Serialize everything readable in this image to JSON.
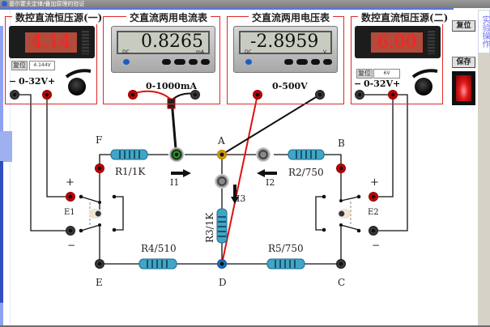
{
  "window": {
    "title": "基尔霍夫定律/叠加原理的验证"
  },
  "source1": {
    "title": "数控直流恒压源(一)",
    "display": "4.14",
    "reset_label": "复位",
    "setpoint": "4.144V",
    "range_label": "0-32V",
    "minus": "−",
    "plus": "+"
  },
  "ammeter": {
    "title": "交直流两用电流表",
    "value": "0.8265",
    "mode": "DC",
    "unit": "mA",
    "range_label": "0-1000mA"
  },
  "voltmeter": {
    "title": "交直流两用电压表",
    "value": "-2.8959",
    "mode": "DC",
    "unit": "V",
    "range_label": "0-500V"
  },
  "source2": {
    "title": "数控直流恒压源(二)",
    "display": "6.00",
    "reset_label": "复位",
    "setpoint": "6V",
    "range_label": "0-32V",
    "minus": "−",
    "plus": "+"
  },
  "side": {
    "reset_button": "复位",
    "save_button": "保存",
    "tab_label": "实验操作"
  },
  "circuit": {
    "nodes": {
      "A": "A",
      "B": "B",
      "C": "C",
      "D": "D",
      "E": "E",
      "F": "F"
    },
    "resistors": {
      "r1": "R1/1K",
      "r2": "R2/750",
      "r3": "R3/1K",
      "r4": "R4/510",
      "r5": "R5/750"
    },
    "currents": {
      "i1": "I1",
      "i2": "I2",
      "i3": "I3"
    },
    "sources": {
      "e1": "E1",
      "e2": "E2",
      "e1_plus": "+",
      "e1_minus": "−",
      "e2_plus": "+",
      "e2_minus": "−"
    }
  }
}
